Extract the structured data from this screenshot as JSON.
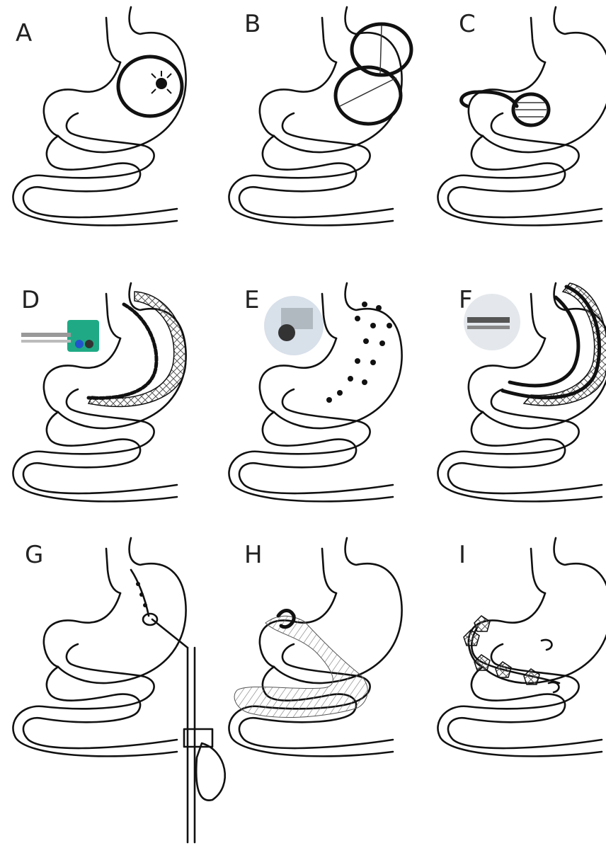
{
  "panels": [
    {
      "label": "A"
    },
    {
      "label": "B"
    },
    {
      "label": "C"
    },
    {
      "label": "D"
    },
    {
      "label": "E"
    },
    {
      "label": "F"
    },
    {
      "label": "G"
    },
    {
      "label": "H"
    },
    {
      "label": "I"
    }
  ],
  "colors": {
    "line": "#111111",
    "device_green": "#1faa85",
    "device_blue": "#2255cc",
    "photo_bg": "#d8e0ea"
  }
}
